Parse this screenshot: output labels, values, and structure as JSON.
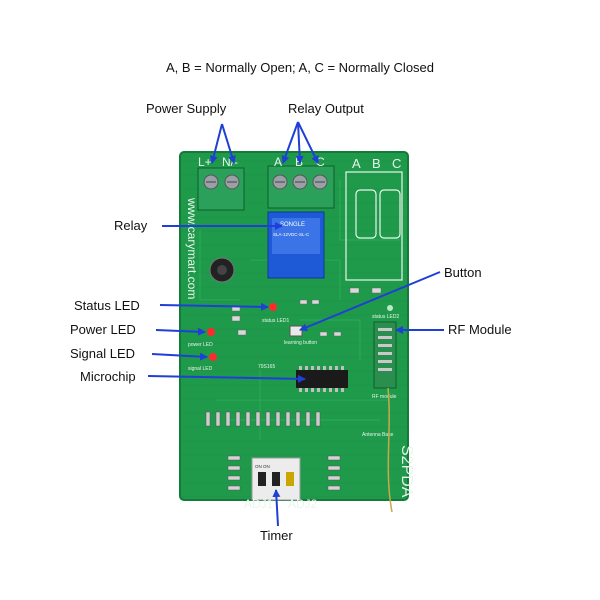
{
  "title": "A, B = Normally Open; A, C = Normally Closed",
  "callouts": {
    "power_supply": "Power Supply",
    "relay_output": "Relay Output",
    "relay": "Relay",
    "button": "Button",
    "status_led": "Status LED",
    "rf_module": "RF Module",
    "power_led": "Power LED",
    "signal_led": "Signal LED",
    "microchip": "Microchip",
    "timer": "Timer"
  },
  "board": {
    "url": "www.carymart.com",
    "model": "S2PDA",
    "adj1": "ADJ1",
    "adj2": "ADJ2",
    "relay_brand": "SONGLE",
    "relay_part": "SLA-12VDC-SL-C",
    "pin_l_plus": "L+",
    "pin_n_minus": "N/-",
    "pin_a": "A",
    "pin_b": "B",
    "pin_c": "C",
    "silk_a": "A",
    "silk_b": "B",
    "silk_c": "C",
    "status_led_silk": "status LED1",
    "status_led2_silk": "status LED2",
    "learning_button_silk": "learning button",
    "power_led_silk": "power LED",
    "signal_led_silk": "signal LED",
    "chip_silk": "79S165",
    "rf_module_silk": "RF module",
    "antenna_silk": "Antenna Base",
    "timer_text": "ON ON"
  },
  "colors": {
    "pcb": "#1f9a4b",
    "pcb_dark": "#137a38",
    "arrow": "#1f3fd6",
    "relay_blue": "#1e5ad6",
    "terminal": "#2aa05a"
  }
}
